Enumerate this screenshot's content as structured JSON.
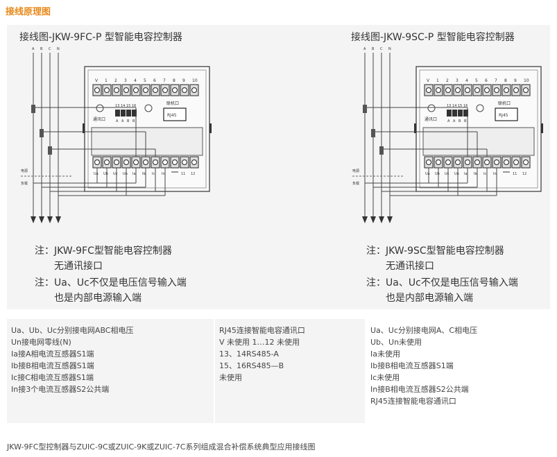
{
  "section_title": "接线原理图",
  "diagrams": [
    {
      "title": "接线图-JKW-9FC-P 型智能电容控制器",
      "phase_labels": [
        "A",
        "B",
        "C",
        "N"
      ],
      "top_terminals": [
        "V",
        "1",
        "2",
        "3",
        "4",
        "5",
        "6",
        "7",
        "8",
        "9",
        "10"
      ],
      "comm_label": "通讯口",
      "comm_pins": [
        "13",
        "14",
        "15",
        "16"
      ],
      "comm_pin_sub": [
        "A",
        "A",
        "B",
        "B"
      ],
      "link_label": "联机口",
      "rj45_label": "RJ45",
      "bottom_terminals": [
        "Ua",
        "Ub",
        "Uc",
        "Un",
        "Ia",
        "Ib",
        "Ic",
        "In",
        "",
        "11",
        "12"
      ],
      "source_label": "电源",
      "load_label": "负载",
      "notes": [
        "注：JKW-9FC型智能电容控制器",
        "无通讯接口",
        "注：Ua、Uc不仅是电压信号输入端",
        "也是内部电源输入端"
      ]
    },
    {
      "title": "接线图-JKW-9SC-P 型智能电容控制器",
      "phase_labels": [
        "A",
        "B",
        "C",
        "N"
      ],
      "top_terminals": [
        "V",
        "1",
        "2",
        "3",
        "4",
        "5",
        "6",
        "7",
        "8",
        "9",
        "10"
      ],
      "comm_label": "通讯口",
      "comm_pins": [
        "13",
        "14",
        "15",
        "16"
      ],
      "comm_pin_sub": [
        "A",
        "A",
        "B",
        "B"
      ],
      "link_label": "联机口",
      "rj45_label": "RJ45",
      "bottom_terminals": [
        "Ua",
        "Ub",
        "Uc",
        "Un",
        "Ia",
        "Ib",
        "Ic",
        "In",
        "",
        "11",
        "12"
      ],
      "source_label": "电源",
      "load_label": "负载",
      "notes": [
        "注：JKW-9SC型智能电容控制器",
        "无通讯接口",
        "注：Ua、Uc不仅是电压信号输入端",
        "也是内部电源输入端"
      ]
    }
  ],
  "descriptions": [
    [
      "Ua、Ub、Uc分别接电网ABC相电压",
      "Un接电网零线(N)",
      "Ia接A相电流互感器S1端",
      "Ib接B相电流互感器S1端",
      "Ic接C相电流互感器S1端",
      "In接3个电流互感器S2公共端"
    ],
    [
      "RJ45连接智能电容通讯口",
      "V 未使用 1…12 未使用",
      "13、14RS485-A",
      "15、16RS485—B",
      "未使用"
    ],
    [
      "Ua、Uc分别接电网A、C相电压",
      "Ub、Un未使用",
      "Ia未使用",
      "Ib接B相电流互感器S1端",
      "Ic未使用",
      "In接B相电流互感器S2公共端",
      "RJ45连接智能电容通讯口"
    ]
  ],
  "caption": "JKW-9FC型控制器与ZUIC-9C或ZUIC-9K或ZUIC-7C系列组成混合补偿系统典型应用接线图"
}
